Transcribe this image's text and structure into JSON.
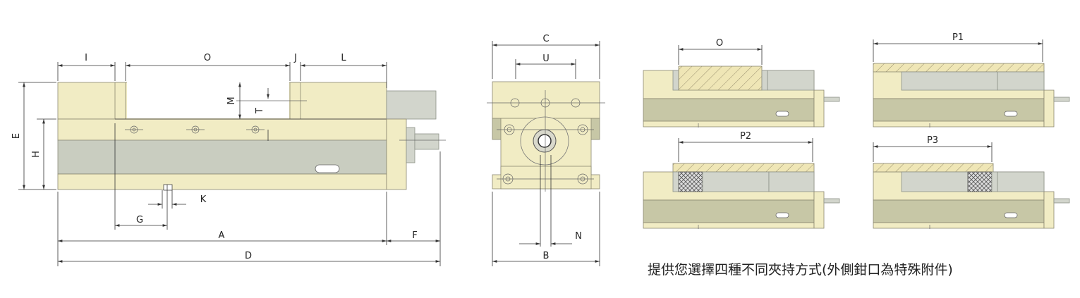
{
  "dimension_labels": {
    "I": "I",
    "O": "O",
    "J": "J",
    "L": "L",
    "M": "M",
    "T": "T",
    "E": "E",
    "H": "H",
    "K": "K",
    "G": "G",
    "A": "A",
    "F": "F",
    "D": "D",
    "C": "C",
    "U": "U",
    "N": "N",
    "B": "B"
  },
  "variants": {
    "o_label": "O",
    "p1_label": "P1",
    "p2_label": "P2",
    "p3_label": "P3"
  },
  "caption": "提供您選擇四種不同夾持方式(外側鉗口為特殊附件)",
  "colors": {
    "body": "#f1ecc4",
    "bed": "#c9cdc0",
    "jaw_hatch": "#e9dfa8",
    "line": "#333333"
  }
}
